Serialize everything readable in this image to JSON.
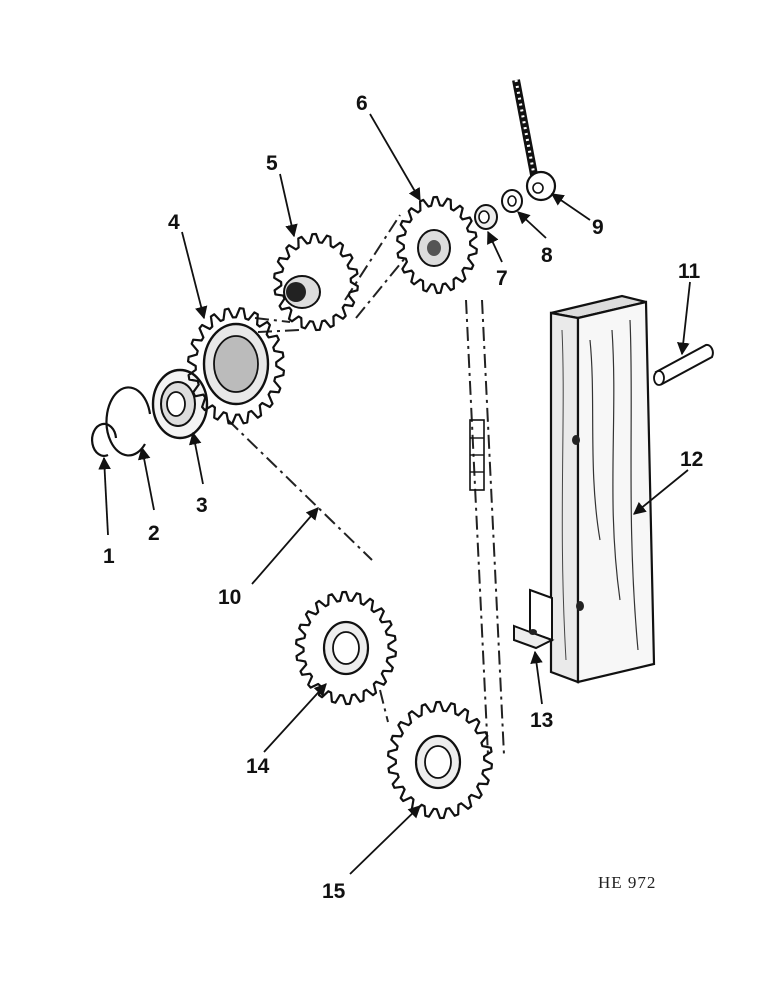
{
  "figure_code": "HE 972",
  "callouts": {
    "c1": "1",
    "c2": "2",
    "c3": "3",
    "c4": "4",
    "c5": "5",
    "c6": "6",
    "c7": "7",
    "c8": "8",
    "c9": "9",
    "c10": "10",
    "c11": "11",
    "c12": "12",
    "c13": "13",
    "c14": "14",
    "c15": "15"
  }
}
